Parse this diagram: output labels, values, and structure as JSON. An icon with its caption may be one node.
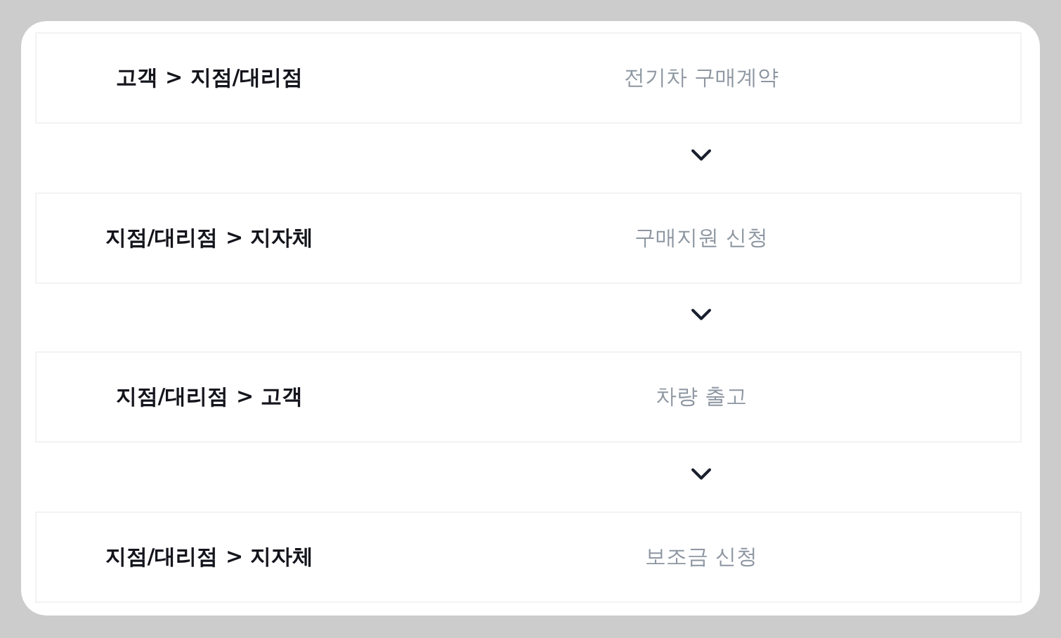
{
  "diagram": {
    "nodes": [
      {
        "text": [
          "고객 > 지점/대리점",
          "전기차 구매계약"
        ]
      },
      {
        "text": [
          "지점/대리점 > 지자체",
          "구매지원 신청"
        ]
      },
      {
        "text": [
          "지점/대리점 > 고객",
          "차량 출고"
        ]
      },
      {
        "text": [
          "지점/대리점 > 지자체",
          "보조금 신청"
        ]
      }
    ],
    "edges": [
      {
        "from": 0,
        "to": 1,
        "arrow": "to"
      },
      {
        "from": 1,
        "to": 2,
        "arrow": "to"
      },
      {
        "from": 2,
        "to": 3,
        "arrow": "to"
      }
    ]
  }
}
